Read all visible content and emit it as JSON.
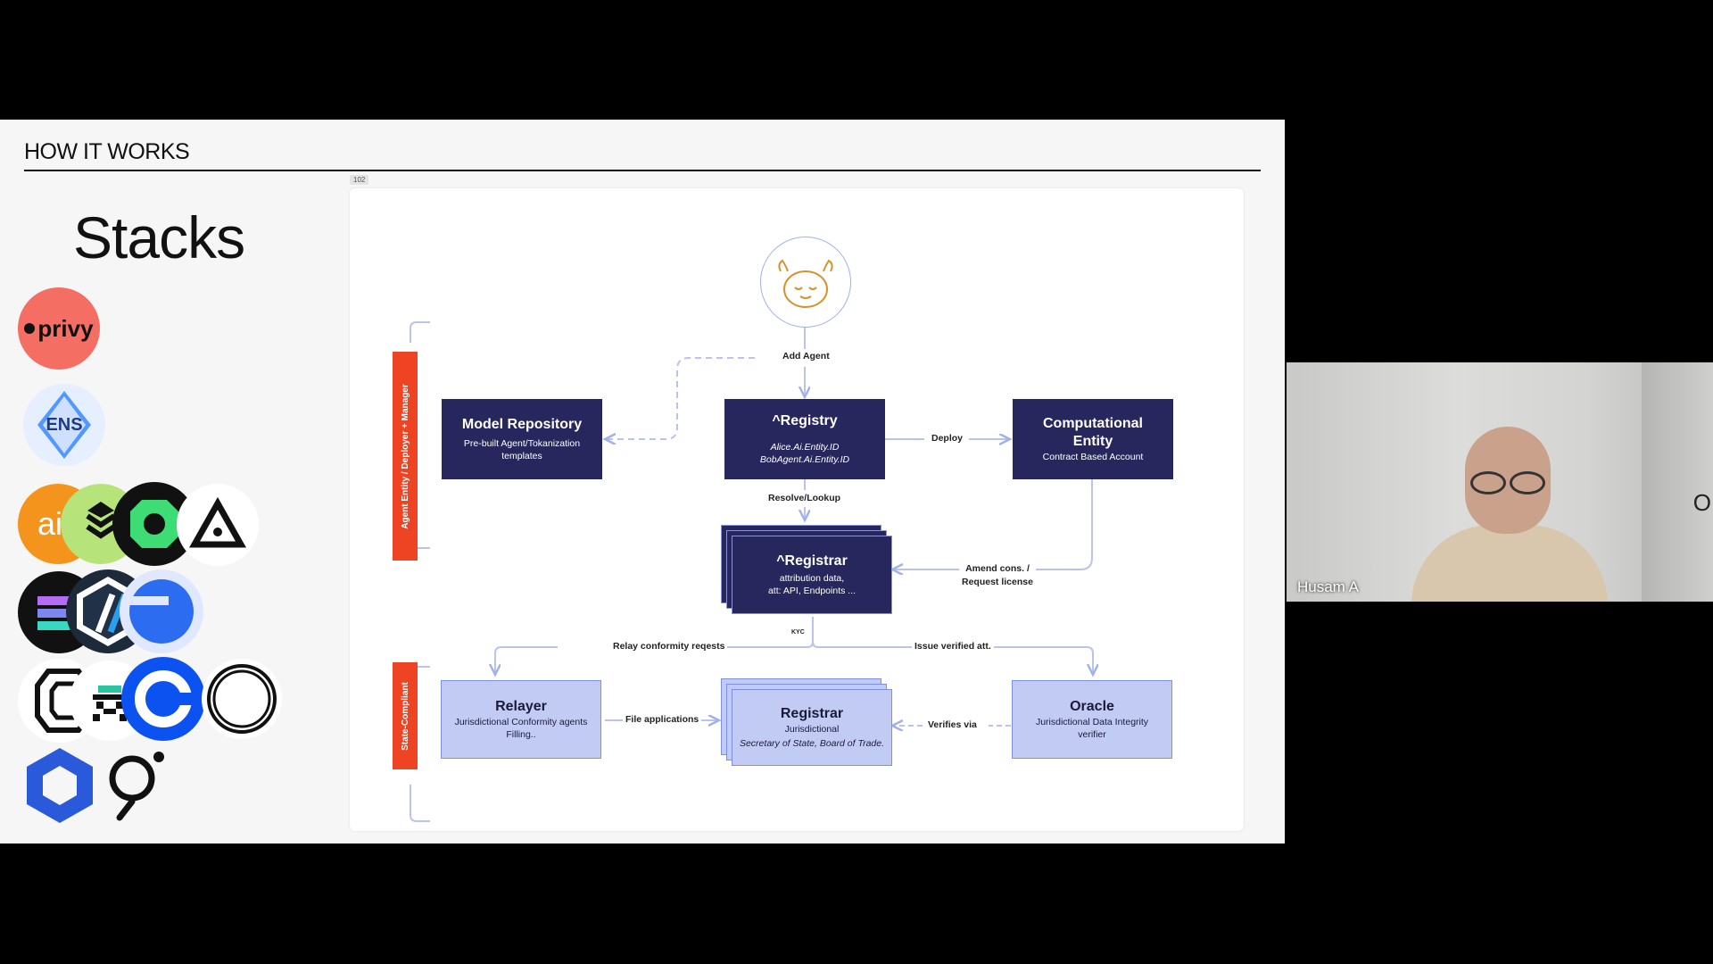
{
  "slide": {
    "section_title": "HOW IT WORKS",
    "stacks_title": "Stacks",
    "page_number": "102",
    "logos": [
      {
        "name": "privy",
        "text": "privy"
      },
      {
        "name": "ens",
        "text": "ENS"
      },
      {
        "name": "ai-logo",
        "text": "ai"
      },
      {
        "name": "layers-logo",
        "text": ""
      },
      {
        "name": "green-ring-logo",
        "text": ""
      },
      {
        "name": "triangle-logo",
        "text": ""
      },
      {
        "name": "solana-logo",
        "text": ""
      },
      {
        "name": "arbitrum-logo",
        "text": ""
      },
      {
        "name": "blue-circle-logo",
        "text": ""
      },
      {
        "name": "celo-logo",
        "text": ""
      },
      {
        "name": "pixel-robot-logo",
        "text": ""
      },
      {
        "name": "coinbase-logo",
        "text": ""
      },
      {
        "name": "ring-logo",
        "text": ""
      },
      {
        "name": "chainlink-logo",
        "text": ""
      },
      {
        "name": "magnifier-logo",
        "text": ""
      }
    ]
  },
  "diagram": {
    "side_bar_top": "Agent Entity  /  Deployer + Manager",
    "side_bar_bottom": "State-Compliant",
    "boxes": {
      "model_repository": {
        "title": "Model Repository",
        "sub": "Pre-built Agent/Tokanization templates"
      },
      "registry": {
        "title": "^Registry",
        "sub1": "Alice.Ai.Entity.ID",
        "sub2": "BobAgent.Ai.Entity.ID"
      },
      "computational_entity": {
        "title": "Computational Entity",
        "sub": "Contract Based Account"
      },
      "registrar_top": {
        "title": "^Registrar",
        "sub1": "attribution data,",
        "sub2": "att: API, Endpoints ..."
      },
      "relayer": {
        "title": "Relayer",
        "sub": "Jurisdictional Conformity agents Filling.."
      },
      "registrar_bottom": {
        "title": "Registrar",
        "sub1": "Jurisdictional",
        "sub2": "Secretary of State, Board of Trade."
      },
      "oracle": {
        "title": "Oracle",
        "sub": "Jurisdictional Data Integrity verifier"
      }
    },
    "labels": {
      "add_agent": "Add Agent",
      "deploy": "Deploy",
      "resolve_lookup": "Resolve/Lookup",
      "amend": "Amend cons. /",
      "request_license": "Request license",
      "kyc": "KYC",
      "relay_conformity": "Relay conformity reqests",
      "issue_verified": "Issue verified att.",
      "file_applications": "File applications",
      "verifies_via": "Verifies via"
    }
  },
  "webcam": {
    "participant_name": "Husam A",
    "edge_glyph": "O"
  },
  "colors": {
    "dark_box": "#27275e",
    "light_box": "#c2cbf4",
    "accent_bar": "#ee4423",
    "connector": "#b9c3ec"
  }
}
